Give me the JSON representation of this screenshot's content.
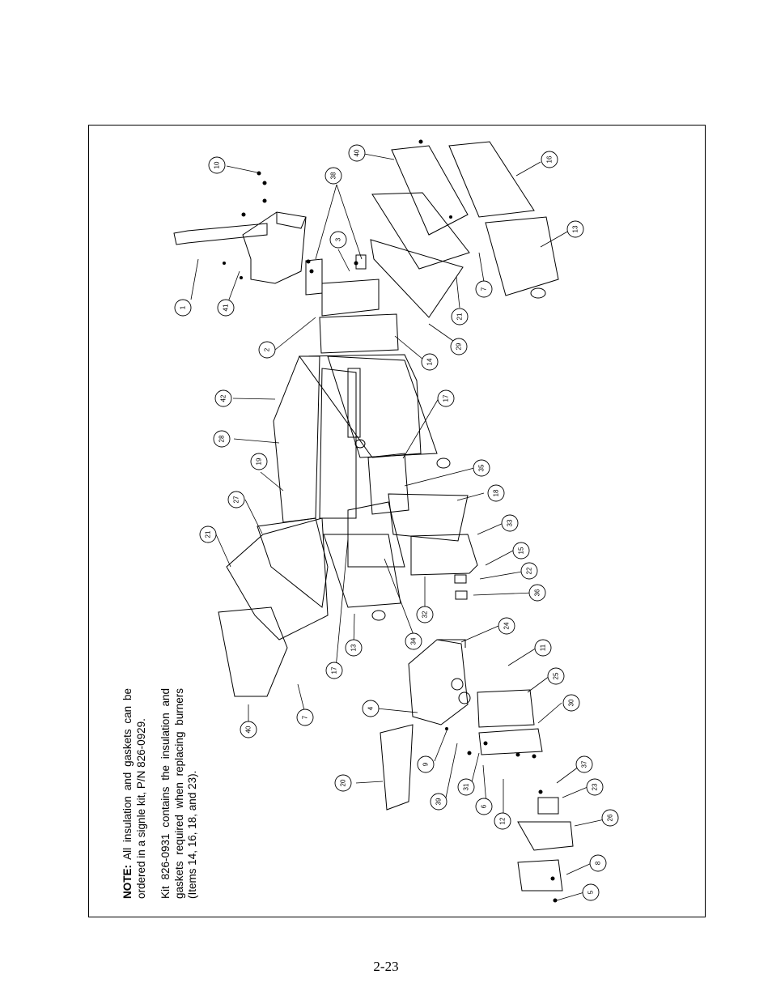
{
  "note": {
    "label": "NOTE:",
    "text": "All insulation and gaskets can be ordered in a signle kit, P/N 826-0929.",
    "kit_text": "Kit 826-0931 contains the insulation and gaskets required when replacing burners (Items 14, 16, 18, and 23)."
  },
  "page_number": "2-23",
  "callouts": [
    "10",
    "40",
    "16",
    "38",
    "3",
    "13",
    "1",
    "41",
    "2",
    "14",
    "21",
    "7",
    "29",
    "42",
    "17",
    "28",
    "35",
    "19",
    "18",
    "27",
    "21",
    "33",
    "15",
    "22",
    "36",
    "32",
    "34",
    "13",
    "24",
    "17",
    "11",
    "25",
    "40",
    "7",
    "4",
    "30",
    "9",
    "20",
    "39",
    "31",
    "6",
    "12",
    "37",
    "23",
    "26",
    "8",
    "5"
  ]
}
